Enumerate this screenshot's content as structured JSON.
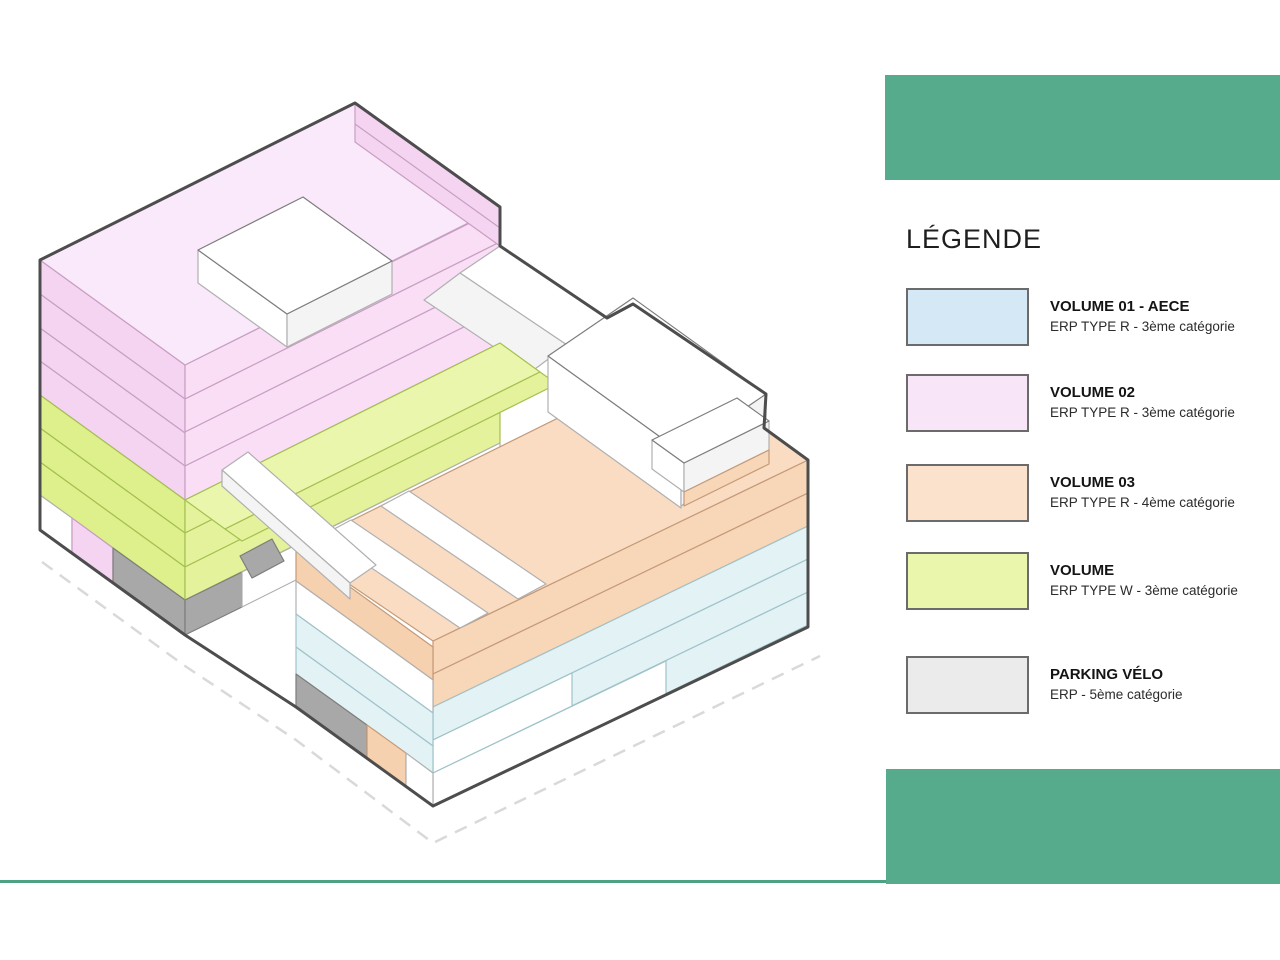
{
  "legend": {
    "title": "LÉGENDE",
    "items": [
      {
        "name": "VOLUME 01 - AECE",
        "desc": "ERP TYPE R - 3ème catégorie",
        "color": "#d4e8f6"
      },
      {
        "name": "VOLUME 02",
        "desc": "ERP TYPE R - 3ème catégorie",
        "color": "#f8e6f8"
      },
      {
        "name": "VOLUME 03",
        "desc": "ERP TYPE R - 4ème catégorie",
        "color": "#fbe2cd"
      },
      {
        "name": "VOLUME",
        "desc": "ERP TYPE W - 3ème catégorie",
        "color": "#e9f6ac"
      },
      {
        "name": "PARKING VÉLO",
        "desc": "ERP - 5ème catégorie",
        "color": "#ebebeb"
      }
    ]
  },
  "decor": {
    "accent_teal": "#55ab8c",
    "baseline_teal": "#4fa183"
  },
  "diagram": {
    "description": "axonometric diagram of stacked building volumes",
    "colors": {
      "outline": "#4d4d4d",
      "pink_top": "#fae9fa",
      "pink_sw": "#f5d4f2",
      "pink_se": "#f9def6",
      "pink_line": "#c79fc2",
      "green_top": "#eaf6ab",
      "green_sw": "#def08c",
      "green_se": "#e4f29c",
      "green_line": "#a4c050",
      "peach_top": "#f9dcc2",
      "peach_se": "#f8d6b8",
      "peach_sw": "#f6d1af",
      "peach_line": "#c59a78",
      "blue_face": "#e3f2f5",
      "blue_line": "#9fc3c9",
      "gray_face": "#a8a8a8",
      "gray_line": "#7d7d7d",
      "white_face": "#ffffff",
      "white_shade": "#f4f4f4",
      "white_line": "#b0b0b0",
      "dash": "#d9d9d9"
    }
  }
}
